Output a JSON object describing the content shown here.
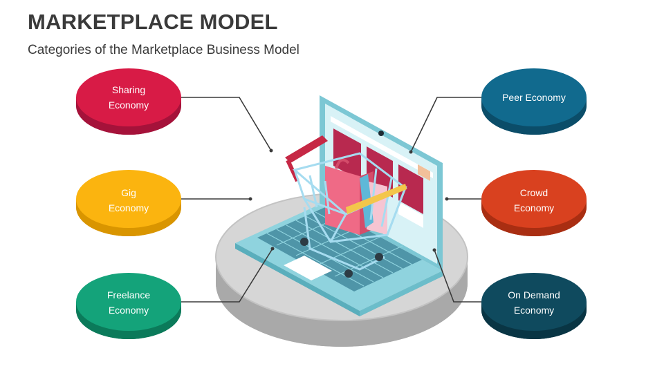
{
  "header": {
    "title": "MARKETPLACE MODEL",
    "subtitle": "Categories of the Marketplace Business Model"
  },
  "categories": [
    {
      "label": "Sharing Economy",
      "color": "#d81b46",
      "shade": "#a5123a"
    },
    {
      "label": "Gig Economy",
      "color": "#fbb40f",
      "shade": "#d99500"
    },
    {
      "label": "Freelance Economy",
      "color": "#14a37a",
      "shade": "#0b7a5a"
    },
    {
      "label": "Peer Economy",
      "color": "#116a8e",
      "shade": "#0b4d69"
    },
    {
      "label": "Crowd Economy",
      "color": "#d9411f",
      "shade": "#a92e12"
    },
    {
      "label": "On Demand Economy",
      "color": "#0f4a5e",
      "shade": "#093544"
    }
  ]
}
